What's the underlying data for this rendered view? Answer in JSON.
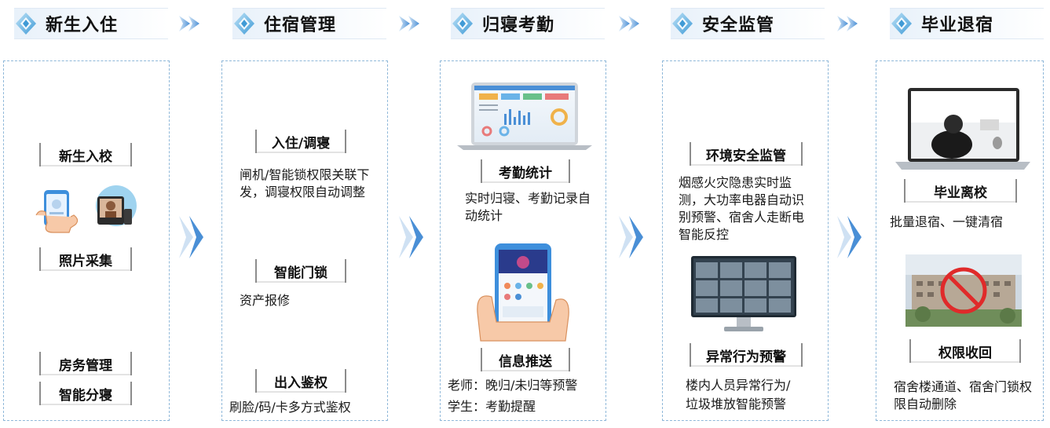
{
  "stages": [
    {
      "title": "新生入住"
    },
    {
      "title": "住宿管理"
    },
    {
      "title": "归寝考勤"
    },
    {
      "title": "安全监管"
    },
    {
      "title": "毕业退宿"
    }
  ],
  "col1": {
    "items": [
      "新生入校",
      "照片采集",
      "房务管理",
      "智能分寝"
    ]
  },
  "col2": {
    "items": [
      {
        "label": "入住/调寝",
        "desc": "闸机/智能锁权限关联下发，调寝权限自动调整"
      },
      {
        "label": "智能门锁",
        "desc": "资产报修"
      },
      {
        "label": "出入鉴权",
        "desc": "刷脸/码/卡多方式鉴权"
      }
    ]
  },
  "col3": {
    "items": [
      {
        "label": "考勤统计",
        "desc": "实时归寝、考勤记录自动统计"
      },
      {
        "label": "信息推送",
        "desc_lines": [
          "老师：晚归/未归等预警",
          "学生：考勤提醒"
        ]
      }
    ]
  },
  "col4": {
    "items": [
      {
        "label": "环境安全监管",
        "desc": "烟感火灾隐患实时监测，大功率电器自动识别预警、宿舍人走断电智能反控"
      },
      {
        "label": "异常行为预警",
        "desc_lines": [
          "楼内人员异常行为/",
          "垃圾堆放智能预警"
        ]
      }
    ]
  },
  "col5": {
    "items": [
      {
        "label": "毕业离校",
        "desc": "批量退宿、一键清宿"
      },
      {
        "label": "权限收回",
        "desc": "宿舍楼通道、宿舍门锁权限自动删除"
      }
    ]
  },
  "colors": {
    "accent": "#4a8fd6",
    "border": "#8fb8d9",
    "header_bg": "#e8f1fa"
  },
  "icons": [
    "diamond-badge-icon",
    "double-chevron-icon",
    "phone-hand-icon",
    "face-terminal-icon",
    "laptop-dashboard-icon",
    "tablet-hand-icon",
    "monitor-cctv-icon",
    "laptop-user-icon",
    "building-prohibited-icon"
  ]
}
